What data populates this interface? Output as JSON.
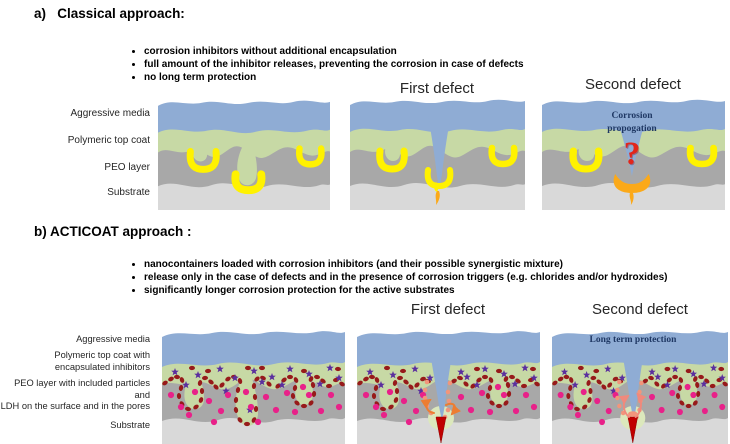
{
  "colors": {
    "aggressive_media": "#8FACD4",
    "top_coat": "#C7D9A5",
    "peo_layer": "#A8A8A8",
    "substrate": "#D9D9D9",
    "inhibitor_yellow": "#FFF200",
    "corrosion_orange": "#FBA919",
    "question_red": "#E2251B",
    "defect_red": "#C00000",
    "star_purple": "#5B2F9E",
    "ldh_dark_red": "#971A1A",
    "particle_magenta": "#E82189",
    "released_salmon": "#F2957B",
    "arrow_orange": "#ED7D31",
    "arrow_pink": "#F0897C",
    "halo_green": "#DCE8BC",
    "annotation_navy": "#1F3864"
  },
  "section_a": {
    "heading": "a)   Classical approach:",
    "bullets": [
      "corrosion inhibitors without additional encapsulation",
      "full amount of the inhibitor releases, preventing the corrosion in case of defects",
      "no long term protection"
    ],
    "layer_labels": [
      "Aggressive media",
      "Polymeric top coat",
      "PEO layer",
      "Substrate"
    ],
    "titles": {
      "first_defect": "First defect",
      "second_defect": "Second defect"
    },
    "annotations": {
      "corrosion_propagation": "Corrosion propogation",
      "question_mark": "?"
    }
  },
  "section_b": {
    "heading": "b) ACTICOAT approach :",
    "bullets": [
      "nanocontainers loaded with corrosion inhibitors (and their possible synergistic mixture)",
      "release only in the case of defects and in the presence of corrosion triggers (e.g. chlorides and/or hydroxides)",
      "significantly longer corrosion protection for the active substrates"
    ],
    "layer_labels": [
      "Aggressive media",
      "Polymeric top coat with\nencapsulated inhibitors",
      "PEO layer with included particles and\nLDH on the surface and in the pores",
      "Substrate"
    ],
    "titles": {
      "first_defect": "First defect",
      "second_defect": "Second defect"
    },
    "annotations": {
      "long_term_protection": "Long term protection"
    }
  }
}
